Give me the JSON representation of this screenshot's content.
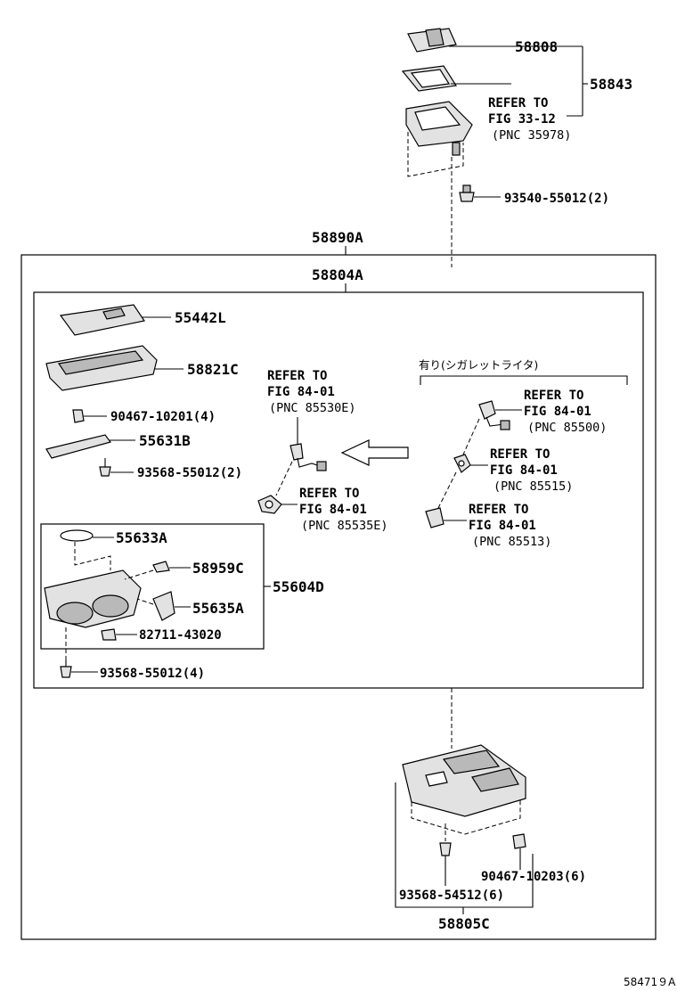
{
  "diagram": {
    "code": "58471９A",
    "labels": {
      "p58808": "58808",
      "p58843": "58843",
      "refer_top_1": "REFER TO",
      "refer_top_2": "FIG 33-12",
      "refer_top_3": "(PNC 35978)",
      "p93540": "93540-55012(2)",
      "p58890A": "58890A",
      "p58804A": "58804A",
      "p55442L": "55442L",
      "p58821C": "58821C",
      "p90467a": "90467-10201(4)",
      "p55631B": "55631B",
      "p93568a": "93568-55012(2)",
      "refA_1": "REFER TO",
      "refA_2": "FIG 84-01",
      "refA_3": "(PNC 85530E)",
      "refB_1": "REFER TO",
      "refB_2": "FIG 84-01",
      "refB_3": "(PNC 85535E)",
      "jp_note": "有り(シガレットライタ)",
      "refC_1": "REFER TO",
      "refC_2": "FIG 84-01",
      "refC_3": "(PNC 85500)",
      "refD_1": "REFER TO",
      "refD_2": "FIG 84-01",
      "refD_3": "(PNC 85515)",
      "refE_1": "REFER TO",
      "refE_2": "FIG 84-01",
      "refE_3": "(PNC 85513)",
      "p55633A": "55633A",
      "p58959C": "58959C",
      "p55604D": "55604D",
      "p55635A": "55635A",
      "p82711": "82711-43020",
      "p93568b": "93568-55012(4)",
      "p90467b": "90467-10203(6)",
      "p93568c": "93568-54512(6)",
      "p58805C": "58805C"
    }
  }
}
